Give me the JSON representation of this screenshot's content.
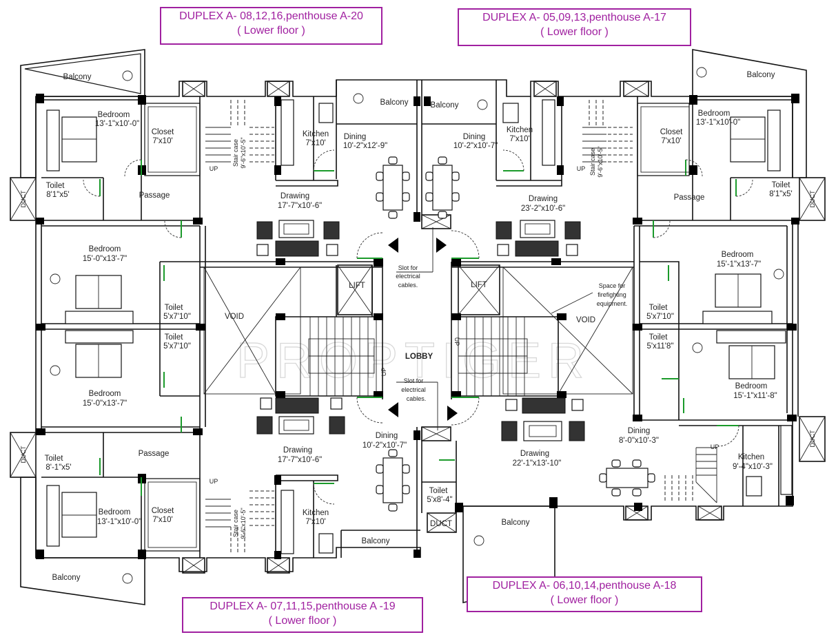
{
  "unit_tags": [
    {
      "title": "DUPLEX A- 08,12,16,penthouse A-20",
      "subtitle": "( Lower floor )"
    },
    {
      "title": "DUPLEX A- 05,09,13,penthouse A-17",
      "subtitle": "( Lower floor )"
    },
    {
      "title": "DUPLEX A- 07,11,15,penthouse A -19",
      "subtitle": "( Lower floor )"
    },
    {
      "title": "DUPLEX A- 06,10,14,penthouse A-18",
      "subtitle": "( Lower floor )"
    }
  ],
  "watermark": "PROPTIGER",
  "rooms": {
    "tl_balcony": {
      "name": "Balcony"
    },
    "tl_bedroom": {
      "name": "Bedroom",
      "size": "13'-1\"x10'-0\""
    },
    "tl_closet": {
      "name": "Closet",
      "size": "7'x10'"
    },
    "tl_toilet": {
      "name": "Toilet",
      "size": "8'1\"x5'"
    },
    "tl_passage": {
      "name": "Passage"
    },
    "tl_stair": {
      "name": "Stair case",
      "size": "9'-6\"x10'-5\""
    },
    "tl_kitchen": {
      "name": "Kitchen",
      "size": "7'x10'"
    },
    "tl_dining": {
      "name": "Dining",
      "size": "10'-2\"x12'-9\""
    },
    "tl_balcony2": {
      "name": "Balcony"
    },
    "tl_drawing": {
      "name": "Drawing",
      "size": "17'-7\"x10'-6\""
    },
    "tr_balcony2": {
      "name": "Balcony"
    },
    "tr_dining": {
      "name": "Dining",
      "size": "10'-2\"x10'-7\""
    },
    "tr_kitchen": {
      "name": "Kitchen",
      "size": "7'x10'"
    },
    "tr_stair": {
      "name": "Stair case",
      "size": "9'-6\"x10'-5\""
    },
    "tr_closet": {
      "name": "Closet",
      "size": "7'x10'"
    },
    "tr_bedroom": {
      "name": "Bedroom",
      "size": "13'-1\"x10'-0\""
    },
    "tr_balcony": {
      "name": "Balcony"
    },
    "tr_toilet": {
      "name": "Toilet",
      "size": "8'1\"x5'"
    },
    "tr_passage": {
      "name": "Passage"
    },
    "tr_drawing": {
      "name": "Drawing",
      "size": "23'-2\"x10'-6\""
    },
    "ml_bedroom1": {
      "name": "Bedroom",
      "size": "15'-0\"x13'-7\""
    },
    "ml_toilet1": {
      "name": "Toilet",
      "size": "5'x7'10\""
    },
    "ml_toilet2": {
      "name": "Toilet",
      "size": "5'x7'10\""
    },
    "ml_bedroom2": {
      "name": "Bedroom",
      "size": "15'-0\"x13'-7\""
    },
    "void_left": {
      "name": "VOID"
    },
    "void_right": {
      "name": "VOID"
    },
    "lift_left": {
      "name": "LIFT"
    },
    "lift_right": {
      "name": "LIFT"
    },
    "lobby": {
      "name": "LOBBY"
    },
    "mr_bedroom1": {
      "name": "Bedroom",
      "size": "15'-1\"x13'-7\""
    },
    "mr_toilet1": {
      "name": "Toilet",
      "size": "5'x7'10\""
    },
    "mr_toilet2": {
      "name": "Toilet",
      "size": "5'x11'8\""
    },
    "mr_bedroom2": {
      "name": "Bedroom",
      "size": "15'-1\"x11'-8\""
    },
    "bl_toilet": {
      "name": "Toilet",
      "size": "8'-1\"x5'"
    },
    "bl_passage": {
      "name": "Passage"
    },
    "bl_bedroom": {
      "name": "Bedroom",
      "size": "13'-1\"x10'-0\""
    },
    "bl_closet": {
      "name": "Closet",
      "size": "7'x10'"
    },
    "bl_balcony": {
      "name": "Balcony"
    },
    "bl_stair": {
      "name": "Stair case",
      "size": "9'-6\"x10'-5\""
    },
    "bl_drawing": {
      "name": "Drawing",
      "size": "17'-7\"x10'-6\""
    },
    "bl_kitchen": {
      "name": "Kitchen",
      "size": "7'x10'"
    },
    "bl_dining": {
      "name": "Dining",
      "size": "10'-2\"x10'-7\""
    },
    "bl_balcony2": {
      "name": "Balcony"
    },
    "bc_toilet": {
      "name": "Toilet",
      "size": "5'x8'-4\""
    },
    "br_drawing": {
      "name": "Drawing",
      "size": "22'-1\"x13'-10\""
    },
    "br_dining": {
      "name": "Dining",
      "size": "8'-0\"x10'-3\""
    },
    "br_kitchen": {
      "name": "Kitchen",
      "size": "9'-4\"x10'-3\""
    },
    "br_balcony": {
      "name": "Balcony"
    }
  },
  "annotations": {
    "up": "UP",
    "duct": "DUCT",
    "slot_line1": "Slot for",
    "slot_line2": "electrical",
    "slot_line3": "cables.",
    "fire_line1": "Space for",
    "fire_line2": "firefighting",
    "fire_line3": "equipment."
  }
}
